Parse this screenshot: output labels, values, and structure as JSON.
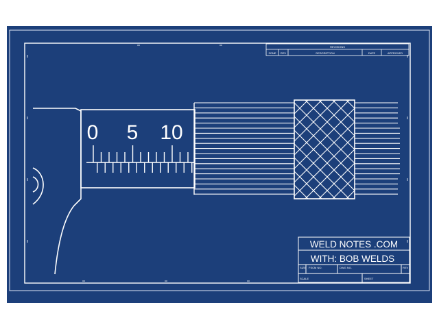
{
  "colors": {
    "blueprint": "#1c3f7a",
    "outer_bg": "#ffffff",
    "line": "#ffffff"
  },
  "revision_block": {
    "title": "REVISIONS",
    "columns": [
      "ZONE",
      "REV",
      "DESCRIPTION",
      "DATE",
      "APPROVED"
    ]
  },
  "micrometer": {
    "sleeve_numbers": [
      "0",
      "5",
      "10"
    ],
    "reading_hint": "sleeve scale with main and half graduations"
  },
  "title_block": {
    "line1": "WELD NOTES .COM",
    "line2": "WITH: BOB WELDS",
    "small_row1": [
      "SIZE",
      "FSCM NO.",
      "DWG NO.",
      "REV"
    ],
    "small_row2": [
      "SCALE",
      "SHEET"
    ]
  }
}
